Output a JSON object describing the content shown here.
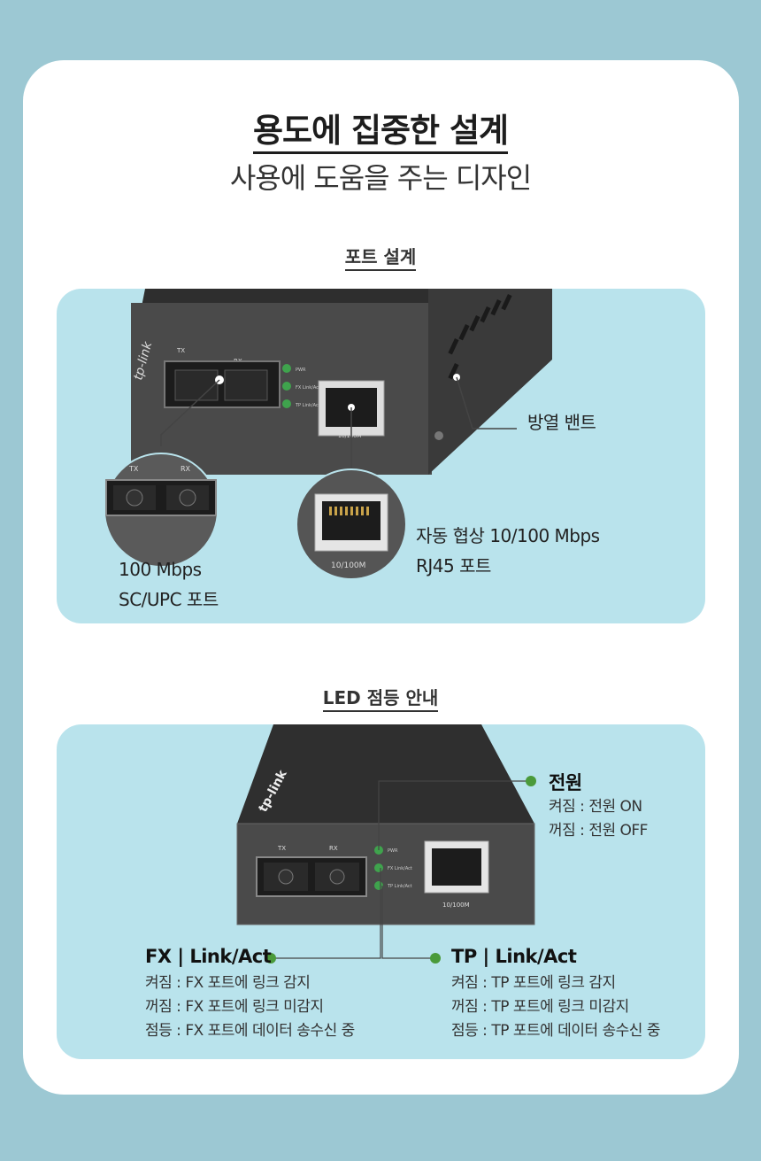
{
  "header": {
    "title": "용도에 집중한 설계",
    "subtitle": "사용에 도움을 주는 디자인"
  },
  "port_section": {
    "heading": "포트 설계",
    "vent_label": "방열 밴트",
    "sc_label_line1": "100 Mbps",
    "sc_label_line2": "SC/UPC 포트",
    "rj45_label_line1": "자동 협상 10/100 Mbps",
    "rj45_label_line2": "RJ45 포트",
    "device_brand": "tp-link",
    "port_tx": "TX",
    "port_rx": "RX",
    "led_pwr": "PWR",
    "led_fx": "FX Link/Act",
    "led_tp": "TP Link/Act",
    "rj45_port_label": "10/100M",
    "zoom_tx": "TX",
    "zoom_rx": "RX",
    "zoom_rj45_label": "10/100M"
  },
  "led_section": {
    "heading": "LED 점등 안내",
    "power": {
      "title": "전원",
      "on": "켜짐 : 전원 ON",
      "off": "꺼짐 : 전원 OFF"
    },
    "fx": {
      "title": "FX | Link/Act",
      "on": "켜짐 : FX 포트에 링크 감지",
      "off": "꺼짐 : FX 포트에 링크 미감지",
      "blink": "점등 : FX 포트에 데이터 송수신 중"
    },
    "tp": {
      "title": "TP | Link/Act",
      "on": "켜짐 : TP 포트에 링크 감지",
      "off": "꺼짐 : TP 포트에 링크 미감지",
      "blink": "점등 : TP 포트에 데이터 송수신 중"
    },
    "device_brand": "tp-link",
    "port_tx": "TX",
    "port_rx": "RX",
    "led_pwr": "PWR",
    "led_fx": "FX Link/Act",
    "led_tp": "TP Link/Act",
    "rj45_port_label": "10/100M"
  },
  "colors": {
    "background": "#9cc8d3",
    "panel": "#b9e3ec",
    "device": "#4a4a4a",
    "led_green": "#3fa34d"
  }
}
